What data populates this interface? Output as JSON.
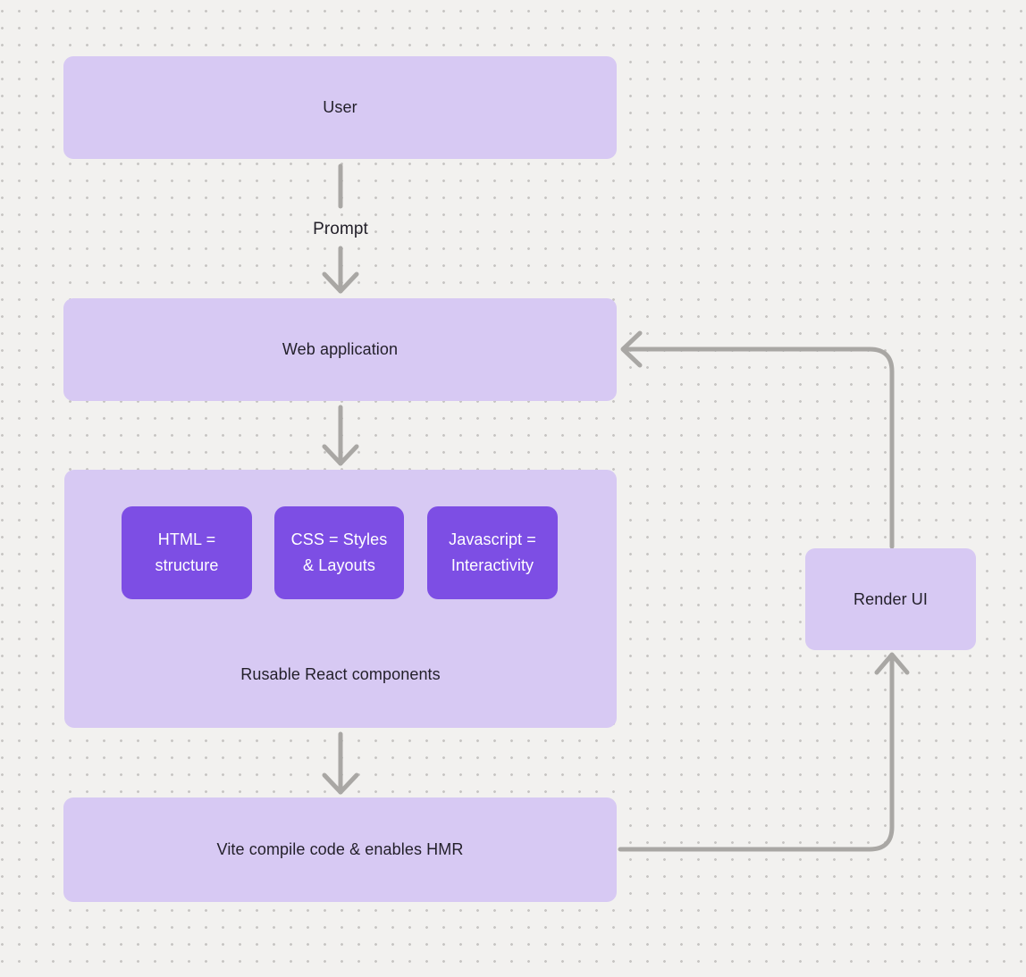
{
  "diagram": {
    "nodes": {
      "user": {
        "label": "User"
      },
      "web_application": {
        "label": "Web application"
      },
      "components_group": {
        "caption": "Rusable React components",
        "children": [
          {
            "line1": "HTML =",
            "line2": "structure"
          },
          {
            "line1": "CSS = Styles",
            "line2": "& Layouts"
          },
          {
            "line1": "Javascript =",
            "line2": "Interactivity"
          }
        ]
      },
      "vite": {
        "label": "Vite compile code & enables HMR"
      },
      "render_ui": {
        "label": "Render UI"
      }
    },
    "edges": {
      "user_to_web_application": {
        "label": "Prompt"
      }
    },
    "colors": {
      "canvas_background": "#f2f1ef",
      "dot_grid": "#c7c5c3",
      "node_fill_light": "#d7c9f3",
      "node_fill_accent": "#7d4ee4",
      "connector": "#a9a7a4",
      "text_dark": "#221f29",
      "text_light": "#ffffff"
    }
  }
}
